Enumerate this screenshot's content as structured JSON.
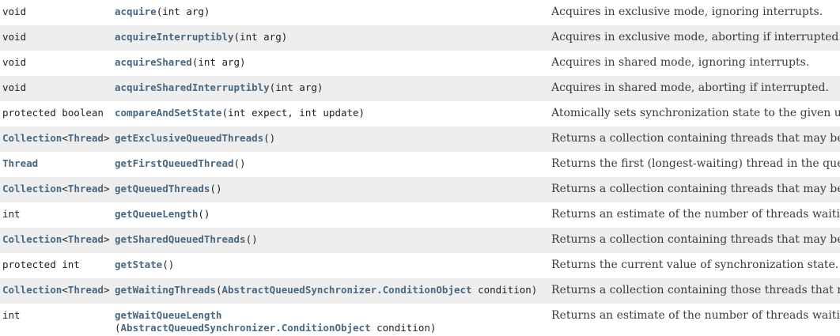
{
  "colors": {
    "row_shade": "#eeeeef",
    "row_alt": "#ffffff",
    "link": "#4a6782",
    "code_text": "#1f1f1f",
    "description_text": "#3b3b3b"
  },
  "table": {
    "rows": [
      {
        "type": [
          {
            "t": "void"
          }
        ],
        "method": [
          {
            "t": "acquire",
            "link": true
          },
          {
            "t": "(int arg)"
          }
        ],
        "description": "Acquires in exclusive mode, ignoring interrupts."
      },
      {
        "type": [
          {
            "t": "void"
          }
        ],
        "method": [
          {
            "t": "acquireInterruptibly",
            "link": true
          },
          {
            "t": "(int arg)"
          }
        ],
        "description": "Acquires in exclusive mode, aborting if interrupted."
      },
      {
        "type": [
          {
            "t": "void"
          }
        ],
        "method": [
          {
            "t": "acquireShared",
            "link": true
          },
          {
            "t": "(int arg)"
          }
        ],
        "description": "Acquires in shared mode, ignoring interrupts."
      },
      {
        "type": [
          {
            "t": "void"
          }
        ],
        "method": [
          {
            "t": "acquireSharedInterruptibly",
            "link": true
          },
          {
            "t": "(int arg)"
          }
        ],
        "description": "Acquires in shared mode, aborting if interrupted."
      },
      {
        "type": [
          {
            "t": "protected boolean"
          }
        ],
        "method": [
          {
            "t": "compareAndSetState",
            "link": true
          },
          {
            "t": "(int expect, int update)"
          }
        ],
        "description": "Atomically sets synchronization state to the given updated value if"
      },
      {
        "type": [
          {
            "t": "Collection",
            "link": true
          },
          {
            "t": "<"
          },
          {
            "t": "Thread",
            "link": true
          },
          {
            "t": ">"
          }
        ],
        "method": [
          {
            "t": "getExclusiveQueuedThreads",
            "link": true
          },
          {
            "t": "()"
          }
        ],
        "description": "Returns a collection containing threads that may be waiting to"
      },
      {
        "type": [
          {
            "t": "Thread",
            "link": true
          }
        ],
        "method": [
          {
            "t": "getFirstQueuedThread",
            "link": true
          },
          {
            "t": "()"
          }
        ],
        "description": "Returns the first (longest-waiting) thread in the queue, or null"
      },
      {
        "type": [
          {
            "t": "Collection",
            "link": true
          },
          {
            "t": "<"
          },
          {
            "t": "Thread",
            "link": true
          },
          {
            "t": ">"
          }
        ],
        "method": [
          {
            "t": "getQueuedThreads",
            "link": true
          },
          {
            "t": "()"
          }
        ],
        "description": "Returns a collection containing threads that may be waiting to"
      },
      {
        "type": [
          {
            "t": "int"
          }
        ],
        "method": [
          {
            "t": "getQueueLength",
            "link": true
          },
          {
            "t": "()"
          }
        ],
        "description": "Returns an estimate of the number of threads waiting to acquire."
      },
      {
        "type": [
          {
            "t": "Collection",
            "link": true
          },
          {
            "t": "<"
          },
          {
            "t": "Thread",
            "link": true
          },
          {
            "t": ">"
          }
        ],
        "method": [
          {
            "t": "getSharedQueuedThreads",
            "link": true
          },
          {
            "t": "()"
          }
        ],
        "description": "Returns a collection containing threads that may be waiting to"
      },
      {
        "type": [
          {
            "t": "protected int"
          }
        ],
        "method": [
          {
            "t": "getState",
            "link": true
          },
          {
            "t": "()"
          }
        ],
        "description": "Returns the current value of synchronization state."
      },
      {
        "type": [
          {
            "t": "Collection",
            "link": true
          },
          {
            "t": "<"
          },
          {
            "t": "Thread",
            "link": true
          },
          {
            "t": ">"
          }
        ],
        "method": [
          {
            "t": "getWaitingThreads",
            "link": true
          },
          {
            "t": "("
          },
          {
            "t": "AbstractQueuedSynchronizer.ConditionObject",
            "link": true
          },
          {
            "t": " condition)"
          }
        ],
        "description": "Returns a collection containing those threads that may be waiting"
      },
      {
        "type": [
          {
            "t": "int"
          }
        ],
        "method": [
          {
            "t": "getWaitQueueLength",
            "link": true
          },
          {
            "br": true
          },
          {
            "t": "("
          },
          {
            "t": "AbstractQueuedSynchronizer.ConditionObject",
            "link": true
          },
          {
            "t": " condition)"
          }
        ],
        "description": "Returns an estimate of the number of threads waiting on the"
      }
    ]
  }
}
